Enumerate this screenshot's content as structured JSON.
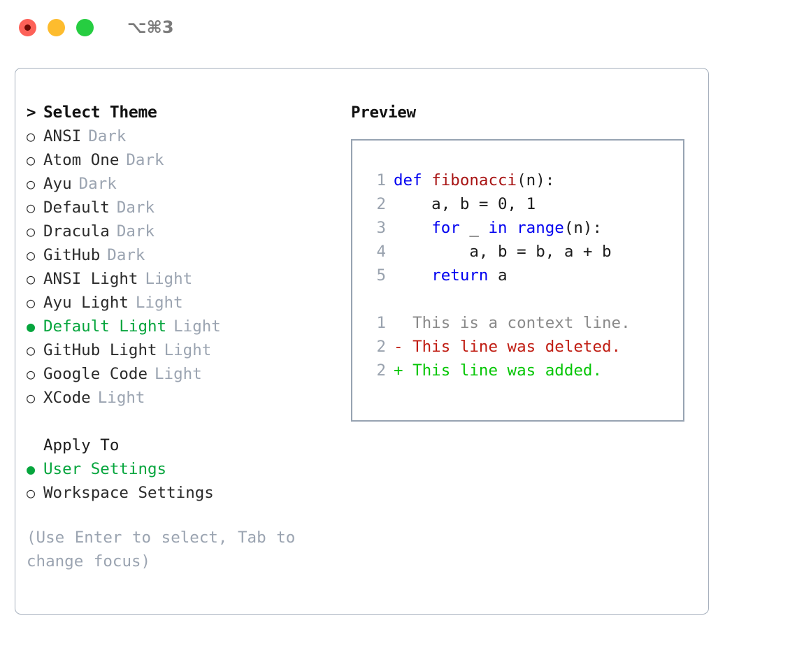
{
  "window": {
    "shortcut": "⌥⌘3",
    "buttons": [
      {
        "name": "close-button",
        "color": "#fd6158",
        "active": true
      },
      {
        "name": "minimize-button",
        "color": "#fdbc2e",
        "active": false
      },
      {
        "name": "maximize-button",
        "color": "#26cd41",
        "active": false
      }
    ]
  },
  "colors": {
    "accent_green": "#06a53d",
    "muted_gray": "#9ba4b1",
    "panel_border": "#a6b0bd",
    "preview_border": "#97a3b2",
    "keyword_blue": "#0000f0",
    "function_red": "#a81414",
    "diff_added": "#05c605",
    "diff_removed": "#c01c12",
    "diff_context": "#8a8a8a"
  },
  "theme_list": {
    "header_marker": ">",
    "header_label": "Select Theme",
    "marker_unselected": "○",
    "marker_selected": "●",
    "items": [
      {
        "name": "ANSI",
        "kind": "Dark",
        "selected": false
      },
      {
        "name": "Atom One",
        "kind": "Dark",
        "selected": false
      },
      {
        "name": "Ayu",
        "kind": "Dark",
        "selected": false
      },
      {
        "name": "Default",
        "kind": "Dark",
        "selected": false
      },
      {
        "name": "Dracula",
        "kind": "Dark",
        "selected": false
      },
      {
        "name": "GitHub",
        "kind": "Dark",
        "selected": false
      },
      {
        "name": "ANSI Light",
        "kind": "Light",
        "selected": false
      },
      {
        "name": "Ayu Light",
        "kind": "Light",
        "selected": false
      },
      {
        "name": "Default Light",
        "kind": "Light",
        "selected": true
      },
      {
        "name": "GitHub Light",
        "kind": "Light",
        "selected": false
      },
      {
        "name": "Google Code",
        "kind": "Light",
        "selected": false
      },
      {
        "name": "XCode",
        "kind": "Light",
        "selected": false
      }
    ]
  },
  "apply_to": {
    "label": "Apply To",
    "items": [
      {
        "name": "User Settings",
        "selected": true
      },
      {
        "name": "Workspace Settings",
        "selected": false
      }
    ]
  },
  "hint": "(Use Enter to select, Tab to change focus)",
  "preview": {
    "label": "Preview",
    "code_lines": [
      {
        "lineno": "1",
        "tokens": [
          {
            "t": "def",
            "c": "kw"
          },
          {
            "t": " ",
            "c": "plain"
          },
          {
            "t": "fibonacci",
            "c": "fn"
          },
          {
            "t": "(n):",
            "c": "punct"
          }
        ]
      },
      {
        "lineno": "2",
        "tokens": [
          {
            "t": "    a, b = 0, 1",
            "c": "plain"
          }
        ]
      },
      {
        "lineno": "3",
        "tokens": [
          {
            "t": "    ",
            "c": "plain"
          },
          {
            "t": "for",
            "c": "kw"
          },
          {
            "t": " _ ",
            "c": "plain"
          },
          {
            "t": "in",
            "c": "kw"
          },
          {
            "t": " ",
            "c": "plain"
          },
          {
            "t": "range",
            "c": "kw"
          },
          {
            "t": "(n):",
            "c": "punct"
          }
        ]
      },
      {
        "lineno": "4",
        "tokens": [
          {
            "t": "        a, b = b, a + b",
            "c": "plain"
          }
        ]
      },
      {
        "lineno": "5",
        "tokens": [
          {
            "t": "    ",
            "c": "plain"
          },
          {
            "t": "return",
            "c": "kw"
          },
          {
            "t": " a",
            "c": "plain"
          }
        ]
      }
    ],
    "diff_lines": [
      {
        "lineno": "1",
        "sign": " ",
        "text": "  This is a context line.",
        "kind": "ctx"
      },
      {
        "lineno": "2",
        "sign": "-",
        "text": "- This line was deleted.",
        "kind": "del"
      },
      {
        "lineno": "2",
        "sign": "+",
        "text": "+ This line was added.",
        "kind": "add"
      }
    ]
  }
}
